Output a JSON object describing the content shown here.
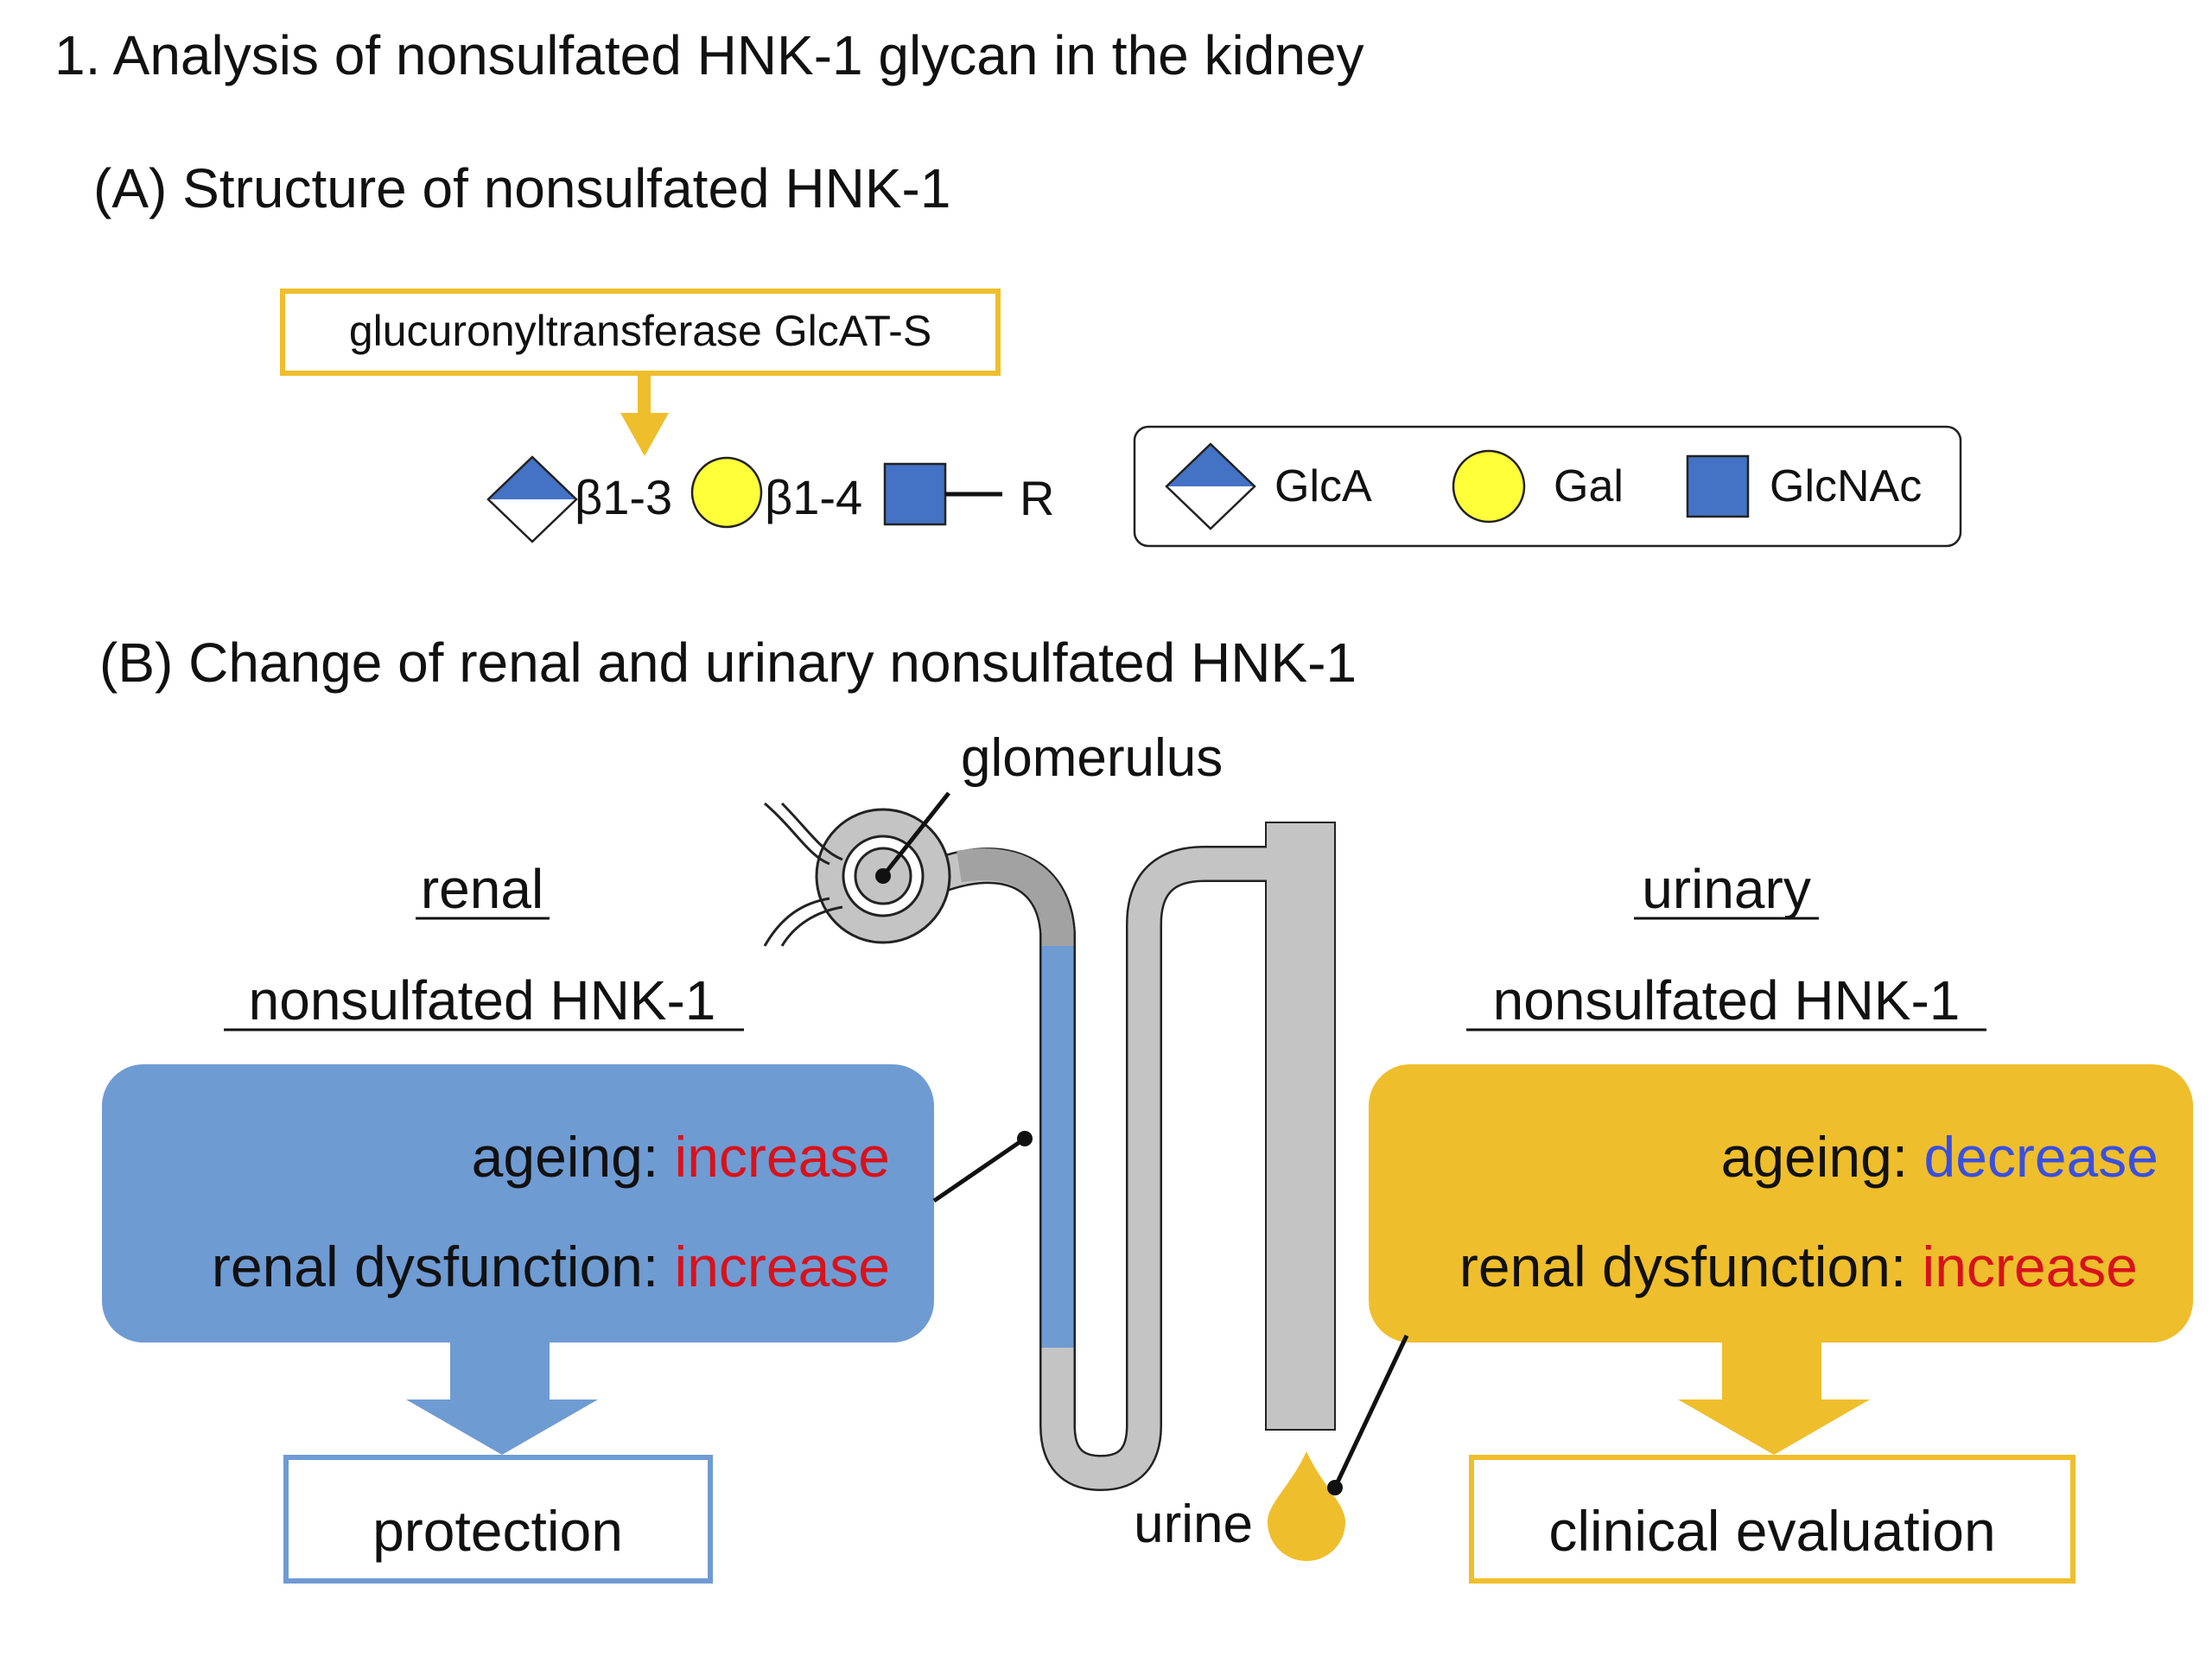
{
  "title": "1. Analysis of nonsulfated HNK-1 glycan in the kidney",
  "panelA": {
    "heading": "(A) Structure of nonsulfated HNK-1",
    "enzyme_label": "glucuronyltransferase GlcAT-S",
    "linkage1": "β1-3",
    "linkage2": "β1-4",
    "aglycone": "R",
    "legend": [
      {
        "symbol": "half-filled-diamond",
        "label": "GlcA"
      },
      {
        "symbol": "yellow-circle",
        "label": "Gal"
      },
      {
        "symbol": "blue-square",
        "label": "GlcNAc"
      }
    ]
  },
  "panelB": {
    "heading": "(B) Change of renal and urinary nonsulfated HNK-1",
    "glomerulus_label": "glomerulus",
    "urine_label": "urine",
    "renal": {
      "header_line1": "renal",
      "header_line2": "nonsulfated HNK-1",
      "ageing_label": "ageing: ",
      "ageing_value": "increase",
      "dysfunction_label": "renal dysfunction: ",
      "dysfunction_value": "increase",
      "outcome": "protection"
    },
    "urinary": {
      "header_line1": "urinary",
      "header_line2": "nonsulfated HNK-1",
      "ageing_label": "ageing: ",
      "ageing_value": "decrease",
      "dysfunction_label": "renal dysfunction: ",
      "dysfunction_value": "increase",
      "outcome": "clinical evaluation"
    }
  },
  "colors": {
    "blue_box": "#6f9bd3",
    "yellow_box": "#efbe2c",
    "glycan_blue": "#4472c4",
    "gal_yellow": "#ffff3a",
    "increase": "#d8121b",
    "decrease": "#3a4fe0",
    "tubule_gray": "#c4c4c4",
    "tubule_dark": "#a2a2a2"
  }
}
